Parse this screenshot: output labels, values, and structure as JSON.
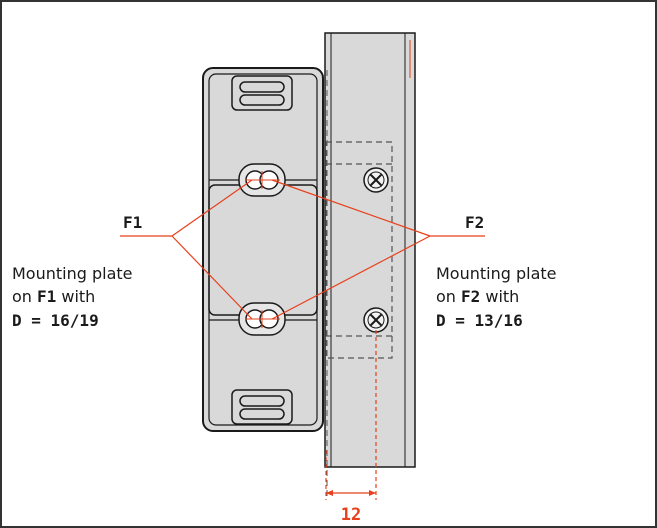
{
  "colors": {
    "accent": "#e8401c",
    "plate": "#d9d9d9",
    "outline": "#1a1a1a",
    "border": "#333333"
  },
  "left": {
    "marker": "F1",
    "line1": "Mounting plate",
    "line2_prefix": "on ",
    "line2_bold": "F1",
    "line2_suffix": " with",
    "line3": "D = 16/19"
  },
  "right": {
    "marker": "F2",
    "line1": "Mounting plate",
    "line2_prefix": "on ",
    "line2_bold": "F2",
    "line2_suffix": " with",
    "line3": "D = 13/16"
  },
  "dimension": "12",
  "icons": [
    "screw-head-icon",
    "slot-hole-icon",
    "grip-handle-icon"
  ]
}
